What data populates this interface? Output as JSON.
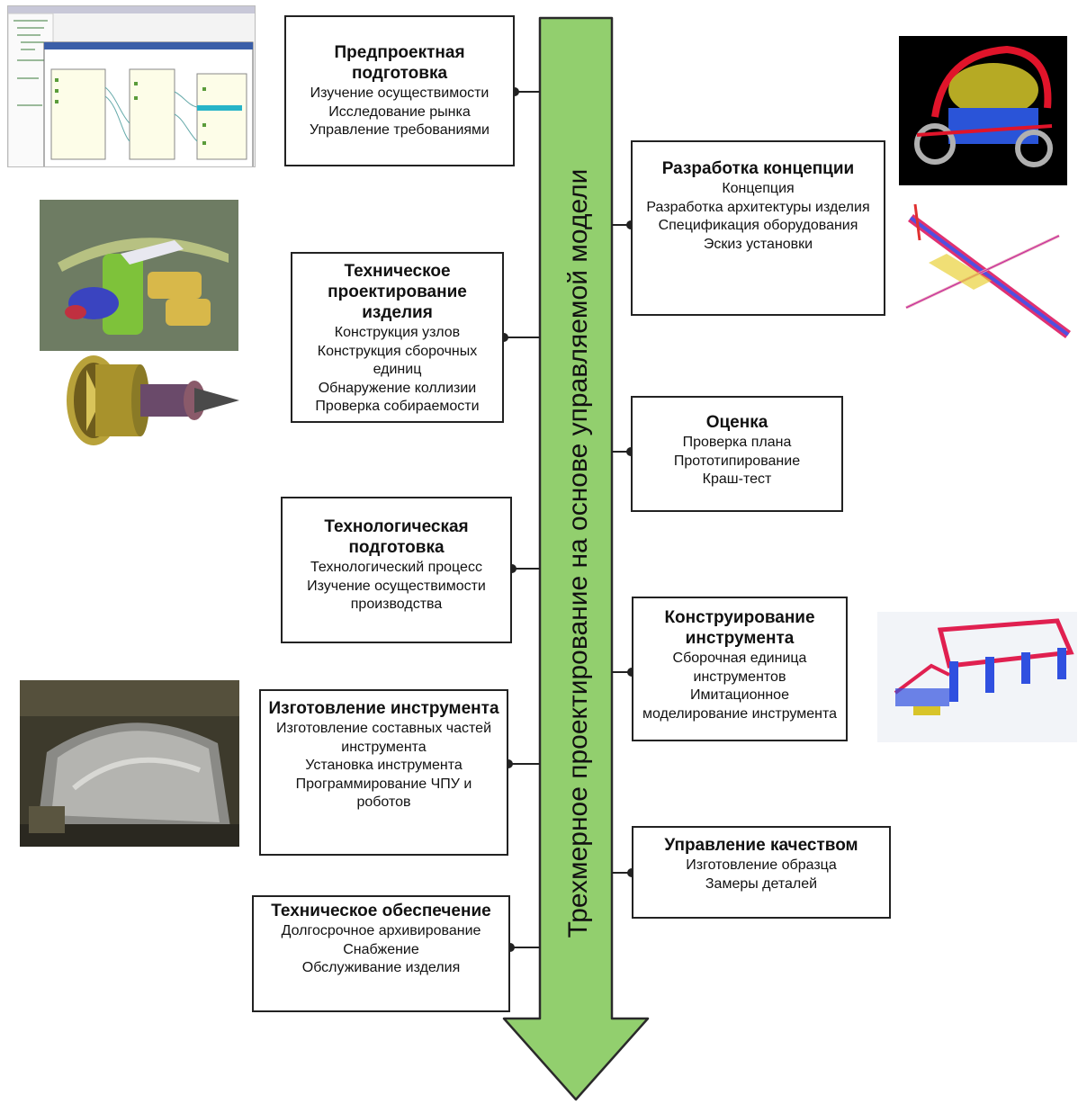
{
  "arrow": {
    "label": "Трехмерное проектирование на основе управляемой модели",
    "fill_color": "#92cf6e",
    "stroke_color": "#2a2a2a"
  },
  "left_boxes": [
    {
      "title": "Предпроектная подготовка",
      "items": [
        "Изучение осуществимости",
        "Исследование рынка",
        "Управление требованиями"
      ]
    },
    {
      "title": "Техническое проектирование изделия",
      "items": [
        "Конструкция узлов",
        "Конструкция сборочных единиц",
        "Обнаружение коллизии",
        "Проверка собираемости"
      ]
    },
    {
      "title": "Технологическая подготовка",
      "items": [
        "Технологический процесс",
        "Изучение осуществимости производства"
      ]
    },
    {
      "title": "Изготовление инструмента",
      "items": [
        "Изготовление составных частей инструмента",
        "Установка инструмента",
        "Программирование ЧПУ и роботов"
      ]
    },
    {
      "title": "Техническое обеспечение",
      "items": [
        "Долгосрочное архивирование",
        "Снабжение",
        "Обслуживание изделия"
      ]
    }
  ],
  "right_boxes": [
    {
      "title": "Разработка концепции",
      "items": [
        "Концепция",
        "Разработка архитектуры изделия",
        "Спецификация оборудования",
        "Эскиз установки"
      ]
    },
    {
      "title": "Оценка",
      "items": [
        "Проверка плана",
        "Прототипирование",
        "Краш-тест"
      ]
    },
    {
      "title": "Конструирование инструмента",
      "items": [
        "Сборочная единица инструментов",
        "Имитационное моделирование инструмента"
      ]
    },
    {
      "title": "Управление качеством",
      "items": [
        "Изготовление образца",
        "Замеры деталей"
      ]
    }
  ],
  "images": [
    {
      "name": "software-screenshot-image",
      "subject": "requirements management software window"
    },
    {
      "name": "car-interior-model-image",
      "subject": "3D car interior model"
    },
    {
      "name": "jet-engine-model-image",
      "subject": "3D turbofan engine model"
    },
    {
      "name": "stamping-die-photo",
      "subject": "metal stamping die"
    },
    {
      "name": "car-frame-model-image",
      "subject": "3D vehicle frame on black background"
    },
    {
      "name": "aircraft-wireframe-image",
      "subject": "colored aircraft wireframe model"
    },
    {
      "name": "tooling-fixture-model-image",
      "subject": "colored tooling fixture model"
    }
  ]
}
